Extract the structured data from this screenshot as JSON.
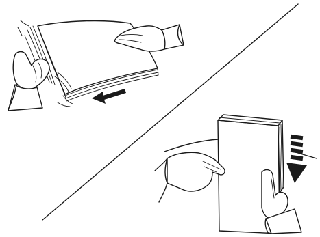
{
  "figure": {
    "kind": "paper-loading-instruction",
    "panels": [
      {
        "id": "fan-paper",
        "arrow_direction": "left"
      },
      {
        "id": "align-stack",
        "arrow_direction": "down"
      }
    ],
    "colors": {
      "ink": "#1a1a1a",
      "background": "#ffffff"
    }
  }
}
